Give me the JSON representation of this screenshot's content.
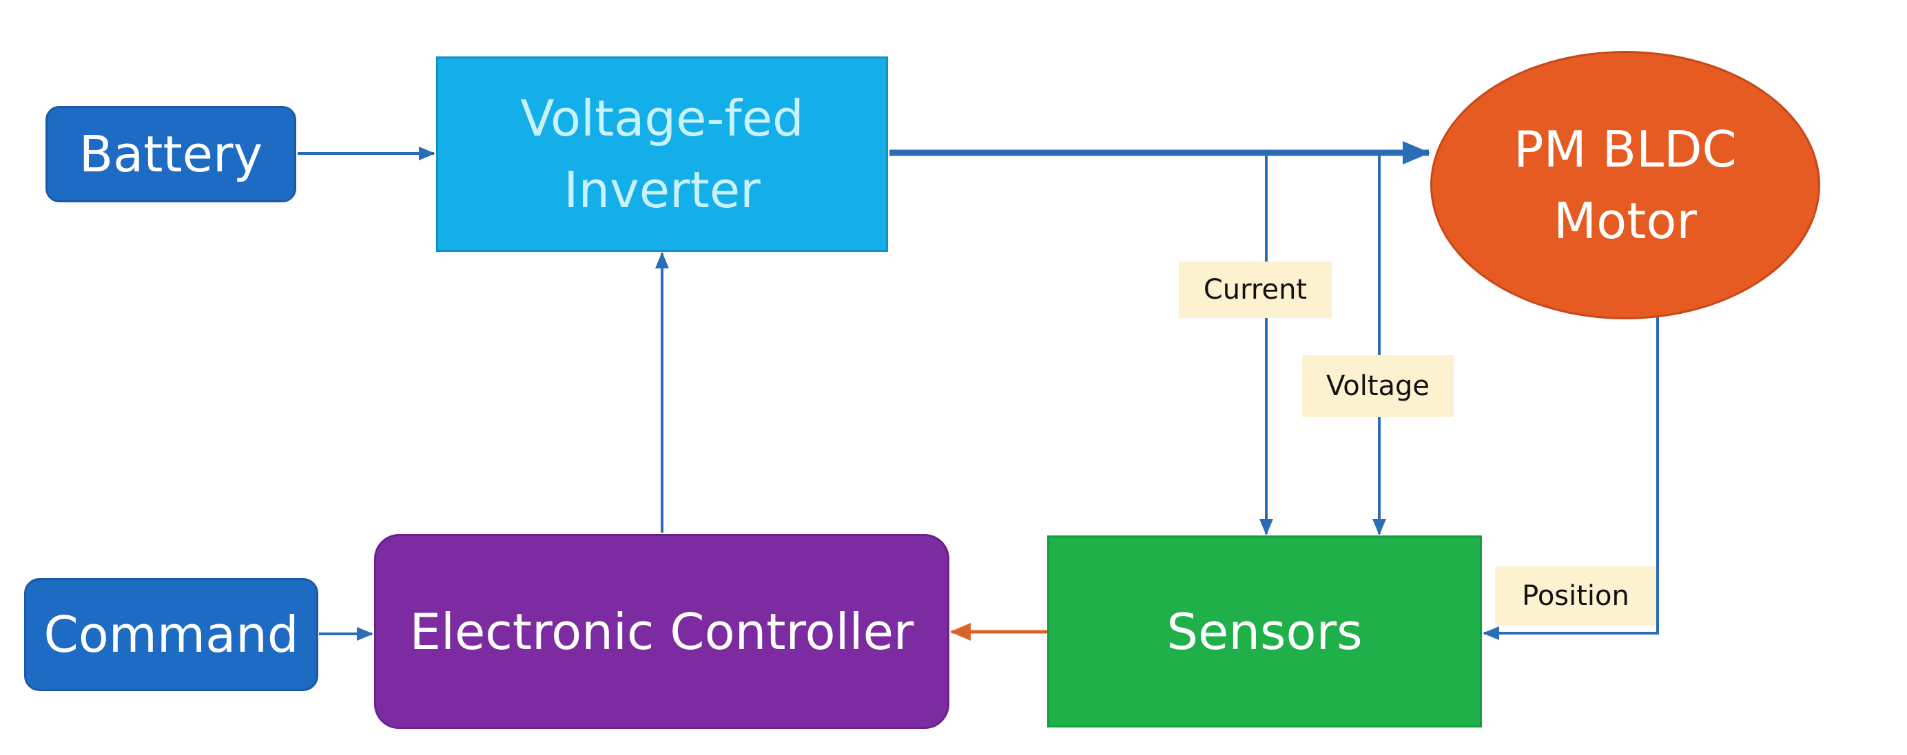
{
  "nodes": {
    "battery": "Battery",
    "inverter": {
      "line1": "Voltage-fed",
      "line2": "Inverter"
    },
    "motor": {
      "line1": "PM BLDC",
      "line2": "Motor"
    },
    "command": "Command",
    "controller": "Electronic Controller",
    "sensors": "Sensors"
  },
  "signals": {
    "current": "Current",
    "voltage": "Voltage",
    "position": "Position"
  },
  "colors": {
    "arrow_blue": "#2a6cb5",
    "arrow_orange": "#d9642a",
    "battery_fill": "#1e6bc3",
    "inverter_fill": "#14aee8",
    "motor_fill": "#e55b22",
    "controller_fill": "#7d2ba0",
    "sensors_fill": "#20b04a",
    "label_bg": "#fdf2d0"
  }
}
